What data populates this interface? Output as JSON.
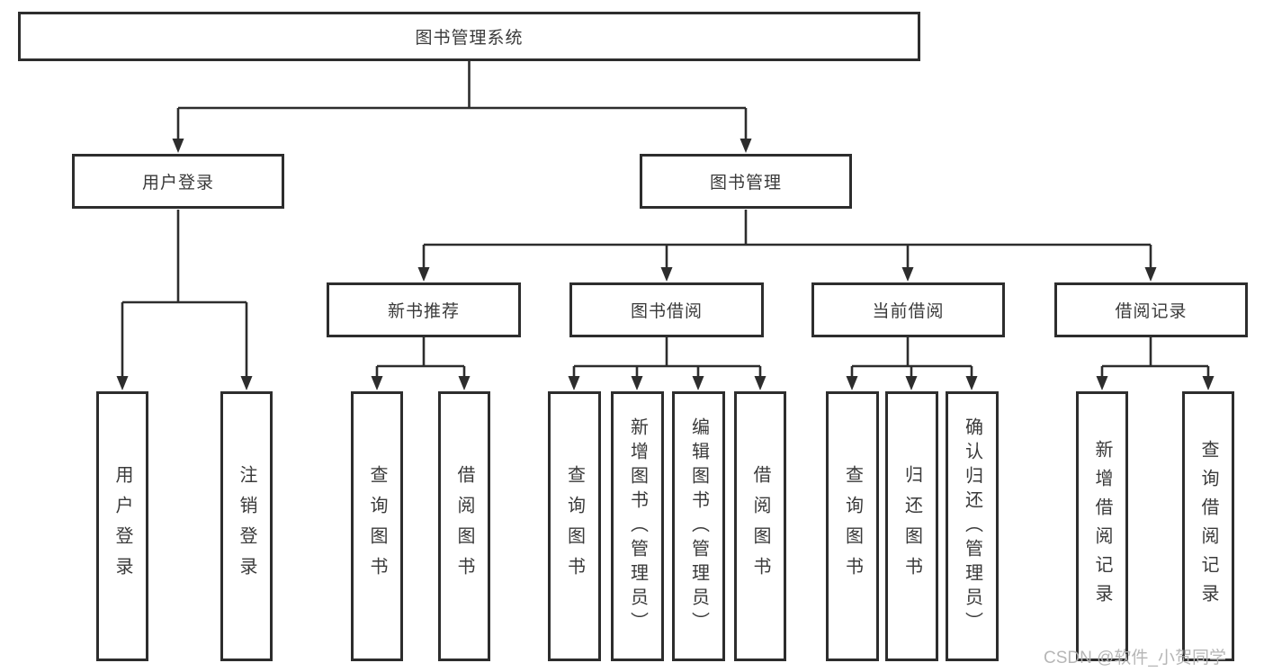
{
  "diagram": {
    "root": {
      "label": "图书管理系统"
    },
    "level2": [
      {
        "label": "用户登录",
        "children": [
          "用户登录",
          "注销登录"
        ]
      },
      {
        "label": "图书管理"
      }
    ],
    "level3": [
      {
        "label": "新书推荐",
        "children": [
          "查询图书",
          "借阅图书"
        ]
      },
      {
        "label": "图书借阅",
        "children": [
          "查询图书",
          "新增图书（管理员）",
          "编辑图书（管理员）",
          "借阅图书"
        ]
      },
      {
        "label": "当前借阅",
        "children": [
          "查询图书",
          "归还图书",
          "确认归还（管理员）"
        ]
      },
      {
        "label": "借阅记录",
        "children": [
          "新增借阅记录",
          "查询借阅记录"
        ]
      }
    ]
  },
  "watermark": "CSDN @软件_小贺同学",
  "colors": {
    "line": "#2d2d2d",
    "text": "#3a3a3a",
    "watermark": "#b3b3b3",
    "background": "#ffffff"
  }
}
